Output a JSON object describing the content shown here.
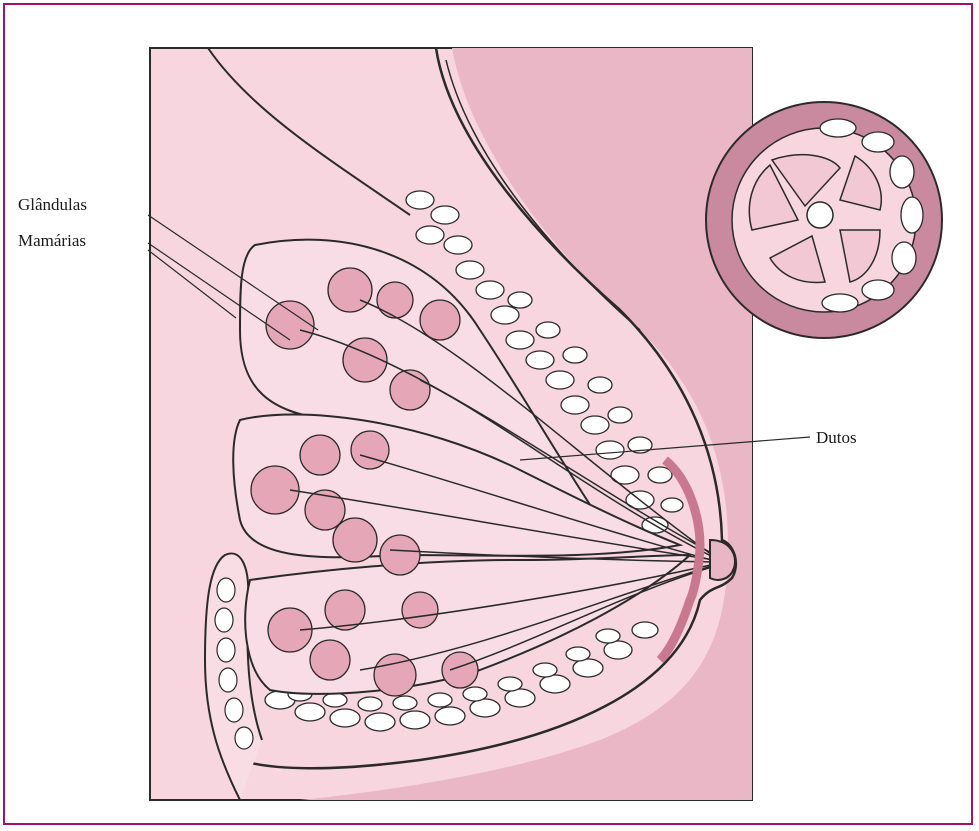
{
  "diagram": {
    "labels": {
      "glandulas_line1": "Glândulas",
      "glandulas_line2": "Mamárias",
      "dutos": "Dutos"
    },
    "colors": {
      "frame_border": "#a4126a",
      "tissue_light": "#f7d3de",
      "tissue_mid": "#e9b6c5",
      "lobule": "#e2a0b3",
      "areola": "#c9788f",
      "outline": "#2a2a2a"
    }
  }
}
